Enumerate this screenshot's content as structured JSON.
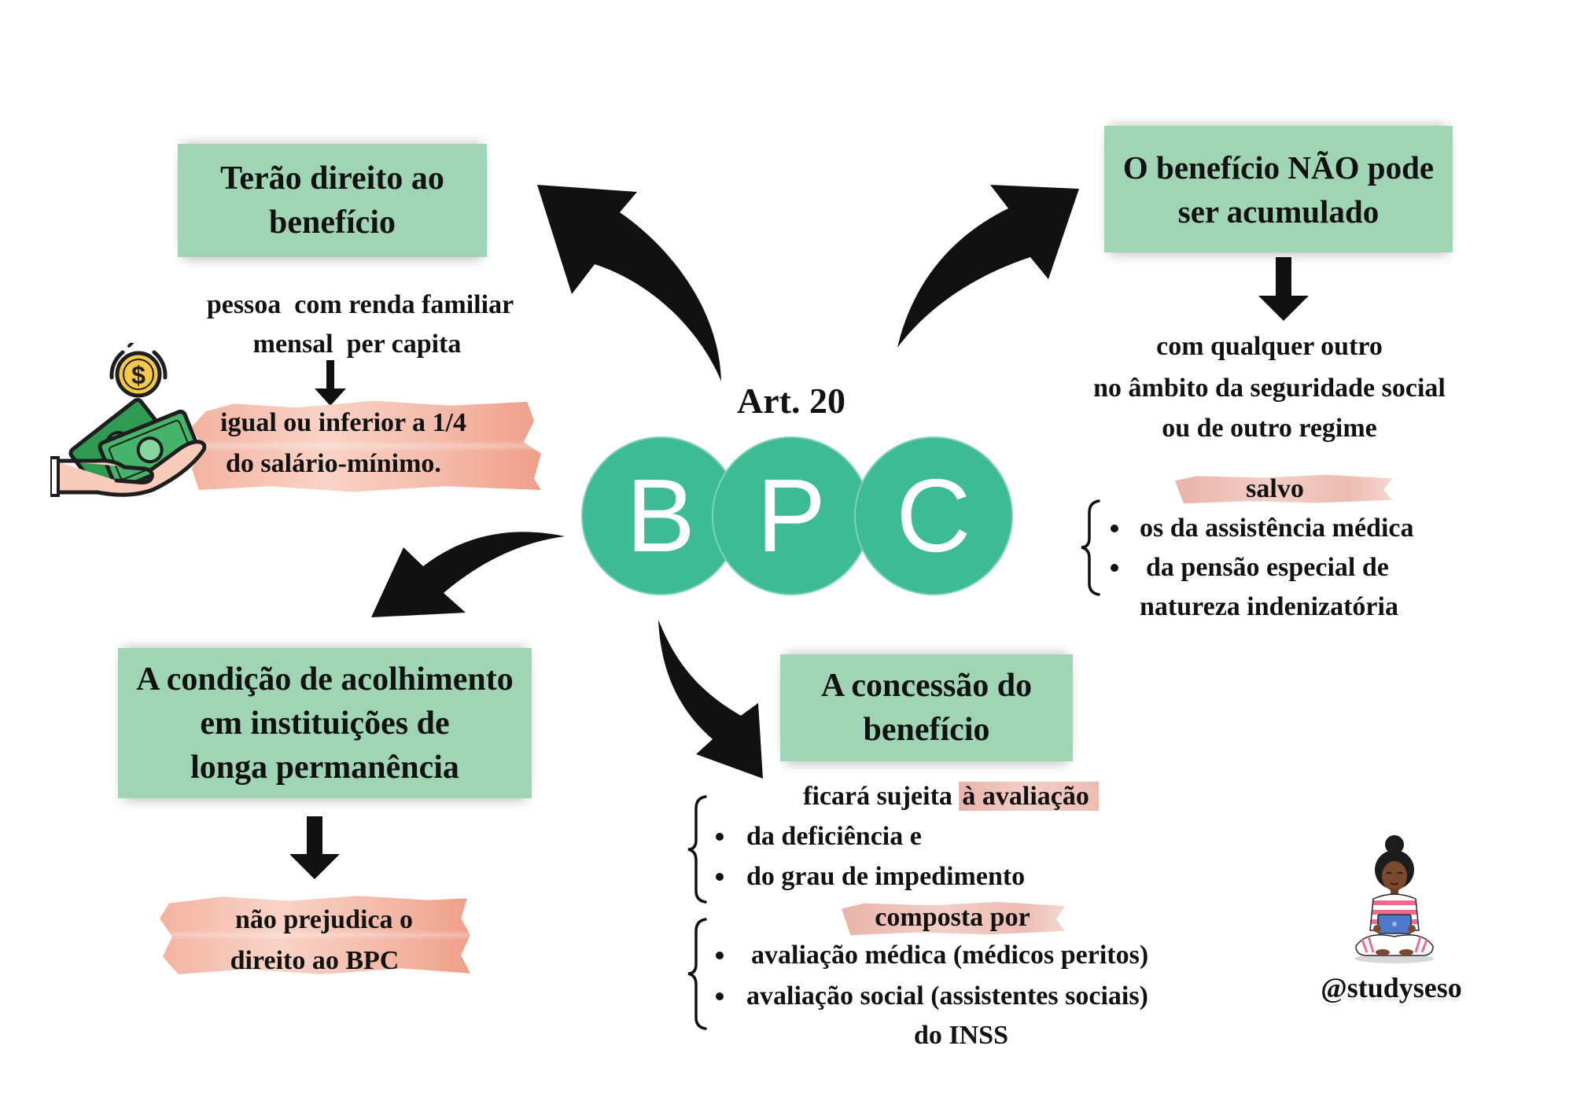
{
  "center": {
    "article": "Art. 20",
    "letters": [
      "B",
      "P",
      "C"
    ]
  },
  "eligibility": {
    "title_lines": [
      "Terão direito ao",
      "benefício"
    ],
    "criteria_lines": [
      "pessoa  com renda familiar",
      "mensal  per capita"
    ],
    "income_lines": [
      "igual ou inferior a 1/4",
      "do salário-mínimo."
    ]
  },
  "accumulation": {
    "title_lines": [
      "O benefício NÃO pode",
      "ser acumulado"
    ],
    "detail_lines": [
      "com qualquer outro",
      "no âmbito da seguridade social",
      "ou de outro regime"
    ],
    "exception_label": "salvo",
    "exceptions": [
      {
        "lines": [
          "os da assistência médica"
        ]
      },
      {
        "lines": [
          "da pensão especial de",
          "natureza indenizatória"
        ]
      }
    ]
  },
  "shelter": {
    "title_lines": [
      "A condição de acolhimento",
      "em instituições de",
      "longa permanência"
    ],
    "result_lines": [
      "não prejudica o",
      "direito ao BPC"
    ]
  },
  "concession": {
    "title_lines": [
      "A concessão do",
      "benefício"
    ],
    "subject_text": "ficará sujeita",
    "subject_highlight": "à avaliação",
    "subject_items": [
      "da deficiência e",
      "do grau de impedimento"
    ],
    "composition_label": "composta por",
    "composition_items": [
      "avaliação médica (médicos peritos)",
      "avaliação social (assistentes sociais)"
    ],
    "composition_footer": "do INSS"
  },
  "credit": {
    "handle": "@studyseso"
  },
  "icons": {
    "money": "money-hand-icon",
    "coin_symbol": "$",
    "student": "student-laptop-illustration"
  },
  "colors": {
    "box": "#9fd5b5",
    "circle": "#3cbb94",
    "brush": "#f3b3a1",
    "highlight": "#eec3ba",
    "ink": "#121212"
  }
}
